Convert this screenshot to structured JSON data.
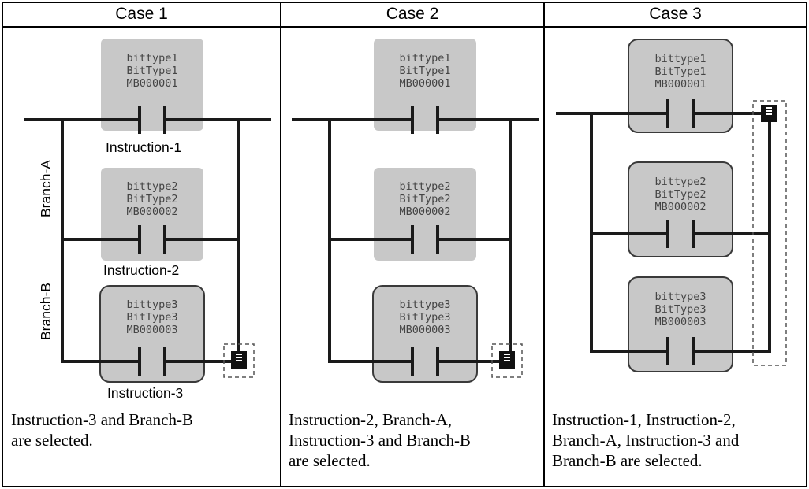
{
  "cases": [
    {
      "header": "Case 1",
      "caption": [
        "Instruction-3 and Branch-B",
        "are selected."
      ],
      "contacts": [
        {
          "line1": "bittype1",
          "line2": "BitType1",
          "line3": "MB000001",
          "selected": false
        },
        {
          "line1": "bittype2",
          "line2": "BitType2",
          "line3": "MB000002",
          "selected": false
        },
        {
          "line1": "bittype3",
          "line2": "BitType3",
          "line3": "MB000003",
          "selected": true
        }
      ]
    },
    {
      "header": "Case 2",
      "caption": [
        "Instruction-2, Branch-A,",
        "Instruction-3 and Branch-B",
        "are selected."
      ],
      "contacts": [
        {
          "line1": "bittype1",
          "line2": "BitType1",
          "line3": "MB000001",
          "selected": false
        },
        {
          "line1": "bittype2",
          "line2": "BitType2",
          "line3": "MB000002",
          "selected": false
        },
        {
          "line1": "bittype3",
          "line2": "BitType3",
          "line3": "MB000003",
          "selected": true
        }
      ]
    },
    {
      "header": "Case 3",
      "caption": [
        "Instruction-1, Instruction-2,",
        "Branch-A, Instruction-3 and",
        "Branch-B are selected."
      ],
      "contacts": [
        {
          "line1": "bittype1",
          "line2": "BitType1",
          "line3": "MB000001",
          "selected": true
        },
        {
          "line1": "bittype2",
          "line2": "BitType2",
          "line3": "MB000002",
          "selected": true
        },
        {
          "line1": "bittype3",
          "line2": "BitType3",
          "line3": "MB000003",
          "selected": true
        }
      ]
    }
  ],
  "labels": {
    "instruction1": "Instruction-1",
    "instruction2": "Instruction-2",
    "instruction3": "Instruction-3",
    "branchA": "Branch-A",
    "branchB": "Branch-B"
  },
  "colors": {
    "contact_fill": "#c8c8c8",
    "selected_border": "#3a3a3a",
    "wire": "#1a1a1a",
    "handle": "#111111"
  }
}
